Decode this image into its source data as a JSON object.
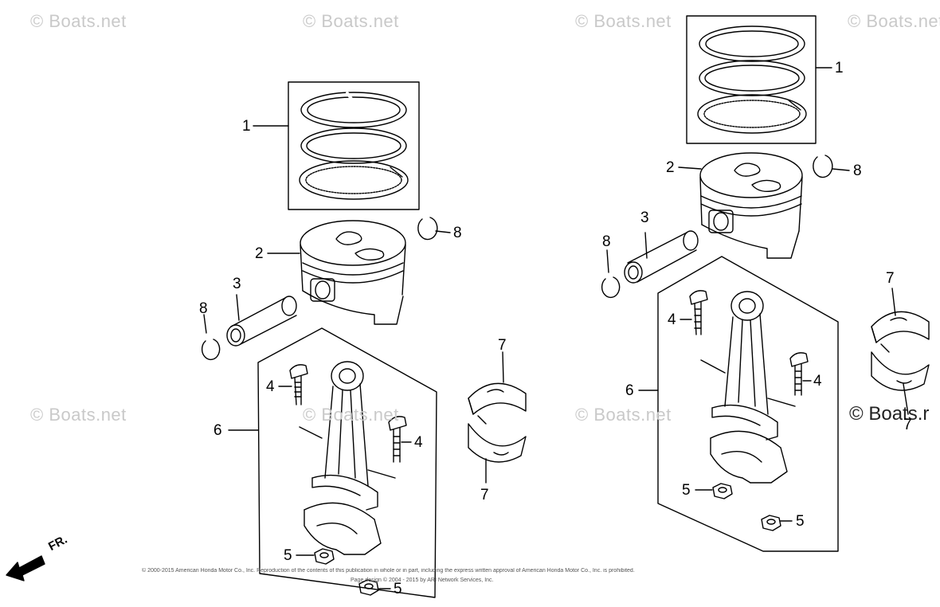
{
  "watermarks": {
    "text": "© Boats.net",
    "bottom_right": "© Boats.r"
  },
  "callouts": {
    "ring_set": "1",
    "piston": "2",
    "piston_pin": "3",
    "rod_bolt": "4",
    "rod_nut": "5",
    "connecting_rod": "6",
    "rod_bearing": "7",
    "pin_clip": "8"
  },
  "direction_label": "FR.",
  "footer": {
    "line1": "© 2000-2015 American Honda Motor Co., Inc. Reproduction of the contents of this publication in whole or in part, including the express written approval of American Honda Motor Co., Inc. is prohibited.",
    "line2": "Page design © 2004 - 2015 by ARI Network Services, Inc."
  },
  "colors": {
    "line": "#000000",
    "watermark": "#c9c9c9"
  }
}
